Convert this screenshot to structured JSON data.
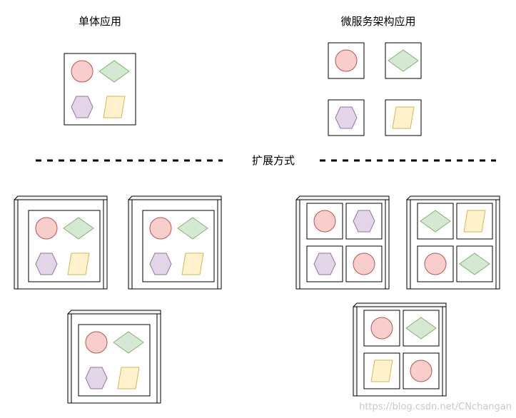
{
  "labels": {
    "monolith": "单体应用",
    "microservices": "微服务架构应用",
    "scaling": "扩展方式"
  },
  "watermark": "https://blog.csdn.net/CNchangan",
  "colors": {
    "circle_fill": "#f8cecc",
    "circle_stroke": "#b85450",
    "diamond_fill": "#d5e8d4",
    "diamond_stroke": "#82b366",
    "hexagon_fill": "#e1d5e7",
    "hexagon_stroke": "#9673a6",
    "parallelogram_fill": "#fff2cc",
    "parallelogram_stroke": "#d6b656",
    "line": "#000000",
    "server_side": "#f2f2f2"
  },
  "shape_icons": [
    "circle-icon",
    "diamond-icon",
    "hexagon-icon",
    "parallelogram-icon"
  ]
}
